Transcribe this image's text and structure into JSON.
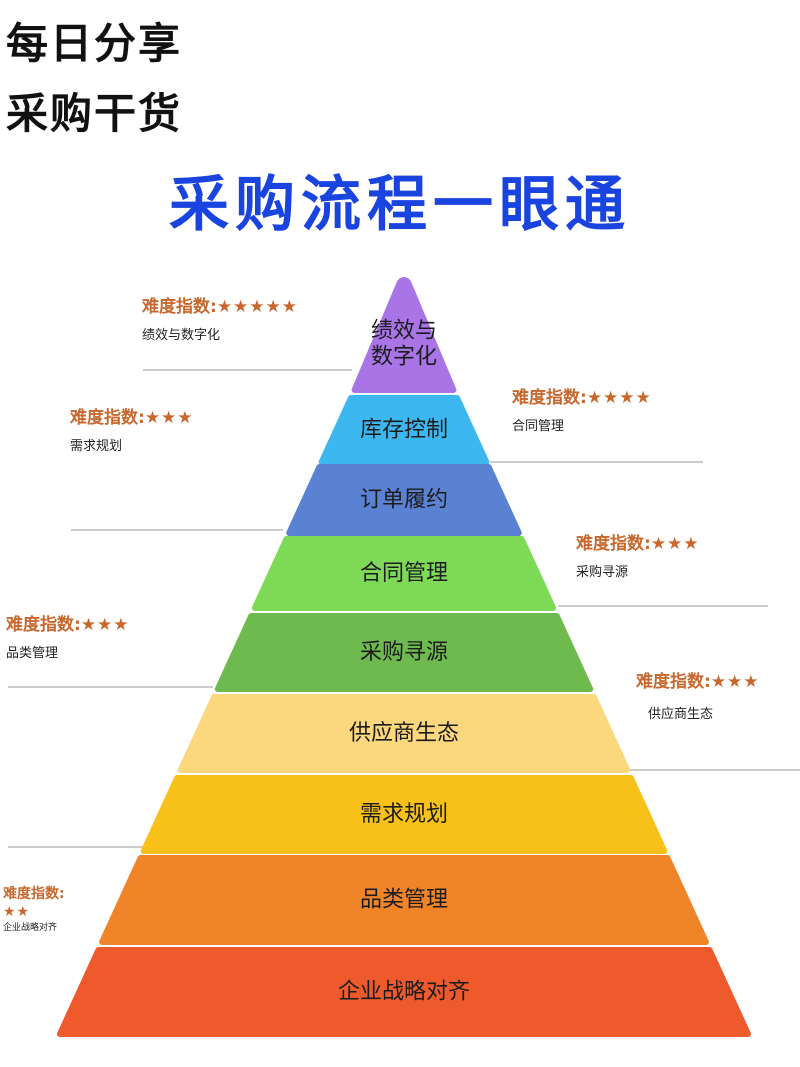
{
  "header": {
    "line1": "每日分享",
    "line2": "采购干货"
  },
  "title": "采购流程一眼通",
  "tiers": [
    {
      "label": "绩效与数字化",
      "lines": [
        "绩效与",
        "数字化"
      ],
      "color": "#a974e6"
    },
    {
      "label": "库存控制",
      "lines": [
        "库存控制"
      ],
      "color": "#3db7ef"
    },
    {
      "label": "订单履约",
      "lines": [
        "订单履约"
      ],
      "color": "#5b81d3"
    },
    {
      "label": "合同管理",
      "lines": [
        "合同管理"
      ],
      "color": "#7ed957"
    },
    {
      "label": "采购寻源",
      "lines": [
        "采购寻源"
      ],
      "color": "#6fba4e"
    },
    {
      "label": "供应商生态",
      "lines": [
        "供应商生态"
      ],
      "color": "#fbd77e"
    },
    {
      "label": "需求规划",
      "lines": [
        "需求规划"
      ],
      "color": "#f8c11a"
    },
    {
      "label": "品类管理",
      "lines": [
        "品类管理"
      ],
      "color": "#f08429"
    },
    {
      "label": "企业战略对齐",
      "lines": [
        "企业战略对齐"
      ],
      "color": "#ef5a2d"
    }
  ],
  "notes": [
    {
      "rating_label": "难度指数:",
      "stars": "★★★★★",
      "topic": "绩效与数字化"
    },
    {
      "rating_label": "难度指数:",
      "stars": "★★★★",
      "topic": "合同管理"
    },
    {
      "rating_label": "难度指数:",
      "stars": "★★★",
      "topic": "需求规划"
    },
    {
      "rating_label": "难度指数:",
      "stars": "★★★",
      "topic": "采购寻源"
    },
    {
      "rating_label": "难度指数:",
      "stars": "★★★",
      "topic": "品类管理"
    },
    {
      "rating_label": "难度指数:",
      "stars": "★★★",
      "topic": "供应商生态"
    },
    {
      "rating_label": "难度指数:",
      "stars": "★★",
      "topic": "企业战略对齐"
    }
  ],
  "colors": {
    "title": "#1a44e0",
    "rating": "#c8682e",
    "leader_line": "#9a9a9a"
  }
}
